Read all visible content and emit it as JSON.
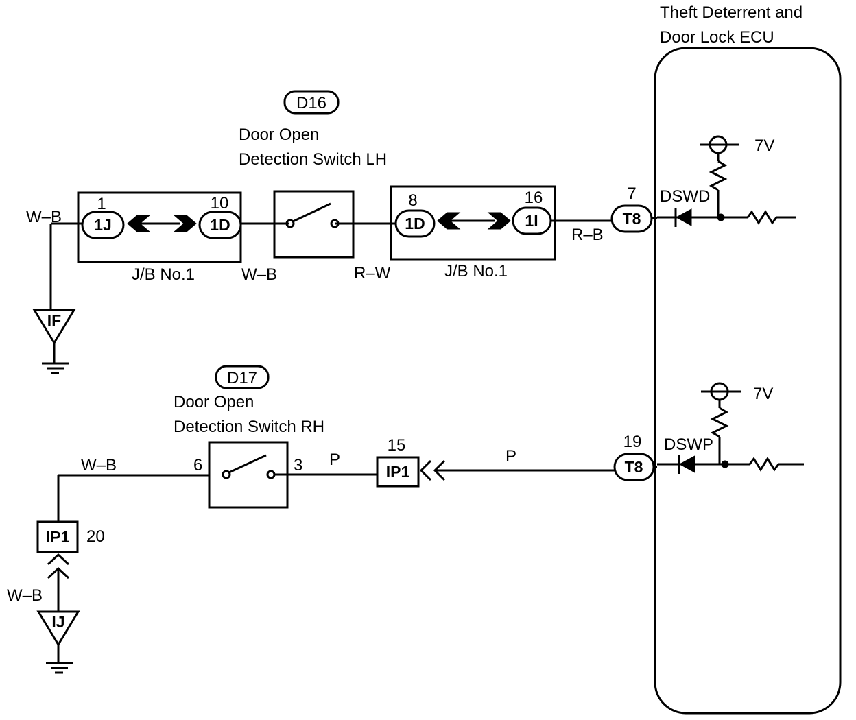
{
  "ecu": {
    "title_line1": "Theft Deterrent and",
    "title_line2": "Door Lock ECU"
  },
  "lh_switch": {
    "code": "D16",
    "name_line1": "Door Open",
    "name_line2": "Detection Switch LH"
  },
  "rh_switch": {
    "code": "D17",
    "name_line1": "Door Open",
    "name_line2": "Detection Switch RH",
    "pin_left": "6",
    "pin_right": "3"
  },
  "jb_left": {
    "label": "J/B No.1",
    "conn_a": "1J",
    "pin_a": "1",
    "conn_b": "1D",
    "pin_b": "10"
  },
  "jb_right": {
    "label": "J/B No.1",
    "conn_a": "1D",
    "pin_a": "8",
    "conn_b": "1I",
    "pin_b": "16"
  },
  "ecu_conn_top": {
    "name": "T8",
    "pin": "7",
    "circuit": "DSWD",
    "voltage": "7V"
  },
  "ecu_conn_bottom": {
    "name": "T8",
    "pin": "19",
    "circuit": "DSWP",
    "voltage": "7V"
  },
  "conn_ip1_mid": {
    "name": "IP1",
    "pin": "15"
  },
  "conn_ip1_low": {
    "name": "IP1",
    "pin": "20"
  },
  "grounds": {
    "top": "IF",
    "bottom": "IJ"
  },
  "wires": {
    "wb_top_left": "W–B",
    "wb_top_mid": "W–B",
    "rw": "R–W",
    "rb": "R–B",
    "wb_rh": "W–B",
    "p_rh": "P",
    "p_ecu": "P",
    "wb_ground": "W–B"
  }
}
